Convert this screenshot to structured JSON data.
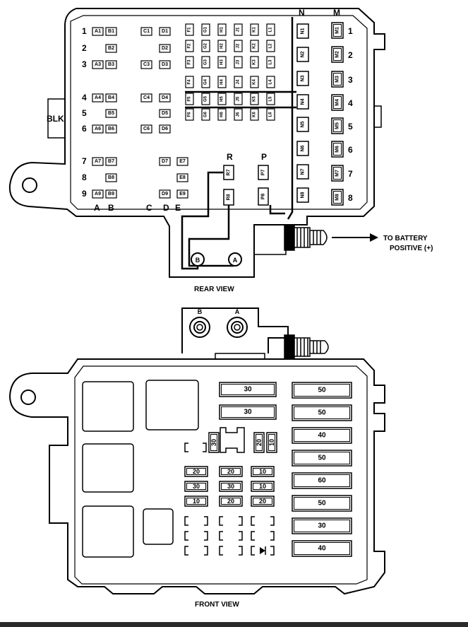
{
  "rear": {
    "row_numbers": [
      "1",
      "2",
      "3",
      "4",
      "5",
      "6",
      "7",
      "8",
      "9"
    ],
    "col_letters": [
      "A",
      "B",
      "C",
      "D",
      "E"
    ],
    "side_label": "BLK",
    "left_fuses": [
      {
        "t": "A1",
        "c": 0,
        "r": 0
      },
      {
        "t": "B1",
        "c": 1,
        "r": 0
      },
      {
        "t": "C1",
        "c": 2,
        "r": 0
      },
      {
        "t": "D1",
        "c": 3,
        "r": 0
      },
      {
        "t": "B2",
        "c": 1,
        "r": 1
      },
      {
        "t": "D2",
        "c": 3,
        "r": 1
      },
      {
        "t": "A3",
        "c": 0,
        "r": 2
      },
      {
        "t": "B3",
        "c": 1,
        "r": 2
      },
      {
        "t": "C3",
        "c": 2,
        "r": 2
      },
      {
        "t": "D3",
        "c": 3,
        "r": 2
      },
      {
        "t": "A4",
        "c": 0,
        "r": 3
      },
      {
        "t": "B4",
        "c": 1,
        "r": 3
      },
      {
        "t": "C4",
        "c": 2,
        "r": 3
      },
      {
        "t": "D4",
        "c": 3,
        "r": 3
      },
      {
        "t": "B5",
        "c": 1,
        "r": 4
      },
      {
        "t": "D5",
        "c": 3,
        "r": 4
      },
      {
        "t": "A6",
        "c": 0,
        "r": 5
      },
      {
        "t": "B6",
        "c": 1,
        "r": 5
      },
      {
        "t": "C6",
        "c": 2,
        "r": 5
      },
      {
        "t": "D6",
        "c": 3,
        "r": 5
      },
      {
        "t": "A7",
        "c": 0,
        "r": 6
      },
      {
        "t": "B7",
        "c": 1,
        "r": 6
      },
      {
        "t": "D7",
        "c": 3,
        "r": 6
      },
      {
        "t": "E7",
        "c": 4,
        "r": 6
      },
      {
        "t": "B8",
        "c": 1,
        "r": 7
      },
      {
        "t": "E8",
        "c": 4,
        "r": 7
      },
      {
        "t": "A9",
        "c": 0,
        "r": 8
      },
      {
        "t": "B9",
        "c": 1,
        "r": 8
      },
      {
        "t": "D9",
        "c": 3,
        "r": 8
      },
      {
        "t": "E9",
        "c": 4,
        "r": 8
      }
    ],
    "grid_cols": [
      "F",
      "G",
      "H",
      "J",
      "K",
      "L"
    ],
    "grid_rows": [
      "1",
      "2",
      "3",
      "4",
      "5",
      "6"
    ],
    "col_n": {
      "header": "N",
      "fuses": [
        "N1",
        "N2",
        "N3",
        "N4",
        "N5",
        "N6",
        "N7",
        "N8"
      ]
    },
    "col_m": {
      "header": "M",
      "fuses": [
        "M1",
        "M2",
        "M3",
        "M4",
        "M5",
        "M6",
        "M7",
        "M8"
      ],
      "numbers": [
        "1",
        "2",
        "3",
        "4",
        "5",
        "6",
        "7",
        "8"
      ]
    },
    "col_r": {
      "header": "R",
      "fuses": [
        "R7",
        "R8"
      ]
    },
    "col_p": {
      "header": "P",
      "fuses": [
        "P7",
        "P8"
      ]
    },
    "terminals": [
      "B",
      "A"
    ],
    "battery_label_1": "TO BATTERY",
    "battery_label_2": "POSITIVE (+)",
    "caption": "REAR VIEW"
  },
  "front": {
    "studs": [
      "B",
      "A"
    ],
    "top_fuses": [
      "30",
      "30"
    ],
    "right_fuses": [
      "50",
      "50",
      "40",
      "50",
      "60",
      "50",
      "30",
      "40"
    ],
    "mid_vertical": [
      "30",
      "20",
      "10"
    ],
    "small_rows": [
      [
        "20",
        "20",
        "10"
      ],
      [
        "30",
        "30",
        "10"
      ],
      [
        "10",
        "20",
        "20"
      ]
    ],
    "caption": "FRONT VIEW"
  }
}
